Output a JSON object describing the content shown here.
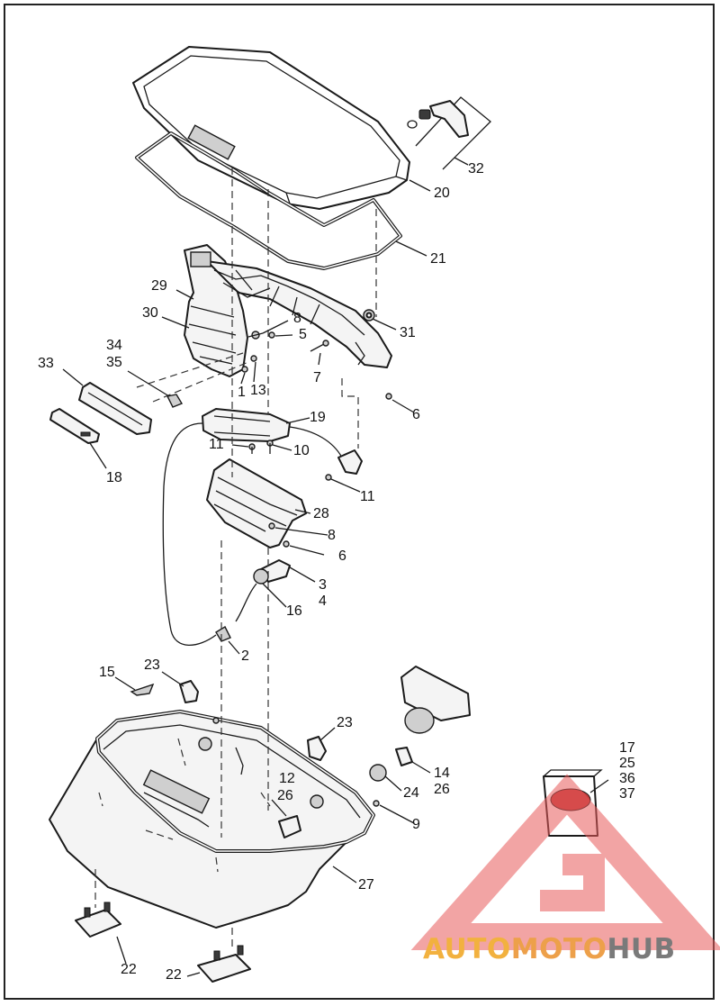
{
  "diagram": {
    "callouts": [
      {
        "id": "c32",
        "label": "32"
      },
      {
        "id": "c20",
        "label": "20"
      },
      {
        "id": "c21",
        "label": "21"
      },
      {
        "id": "c29",
        "label": "29"
      },
      {
        "id": "c30",
        "label": "30"
      },
      {
        "id": "c8a",
        "label": "8"
      },
      {
        "id": "c5",
        "label": "5"
      },
      {
        "id": "c31",
        "label": "31"
      },
      {
        "id": "c33",
        "label": "33"
      },
      {
        "id": "c34",
        "label": "34"
      },
      {
        "id": "c35",
        "label": "35"
      },
      {
        "id": "c7",
        "label": "7"
      },
      {
        "id": "c1",
        "label": "1"
      },
      {
        "id": "c13",
        "label": "13"
      },
      {
        "id": "c6a",
        "label": "6"
      },
      {
        "id": "c19",
        "label": "19"
      },
      {
        "id": "c11a",
        "label": "11"
      },
      {
        "id": "c10",
        "label": "10"
      },
      {
        "id": "c18",
        "label": "18"
      },
      {
        "id": "c11b",
        "label": "11"
      },
      {
        "id": "c28",
        "label": "28"
      },
      {
        "id": "c8b",
        "label": "8"
      },
      {
        "id": "c6b",
        "label": "6"
      },
      {
        "id": "c3",
        "label": "3"
      },
      {
        "id": "c4",
        "label": "4"
      },
      {
        "id": "c16",
        "label": "16"
      },
      {
        "id": "c2",
        "label": "2"
      },
      {
        "id": "c15",
        "label": "15"
      },
      {
        "id": "c23a",
        "label": "23"
      },
      {
        "id": "c23b",
        "label": "23"
      },
      {
        "id": "c14",
        "label": "14"
      },
      {
        "id": "c26a",
        "label": "26"
      },
      {
        "id": "c24",
        "label": "24"
      },
      {
        "id": "c12",
        "label": "12"
      },
      {
        "id": "c26b",
        "label": "26"
      },
      {
        "id": "c9",
        "label": "9"
      },
      {
        "id": "c27",
        "label": "27"
      },
      {
        "id": "c22a",
        "label": "22"
      },
      {
        "id": "c22b",
        "label": "22"
      }
    ],
    "kit_callouts": [
      "17",
      "25",
      "36",
      "37"
    ]
  },
  "watermark": {
    "part1": "AUTO",
    "part2": "MOTO",
    "part3": "HUB",
    "colors": {
      "auto": "#f2b13f",
      "moto": "#eda04a",
      "hub": "#7a7a7a",
      "triangle": "#e85a5a"
    }
  }
}
